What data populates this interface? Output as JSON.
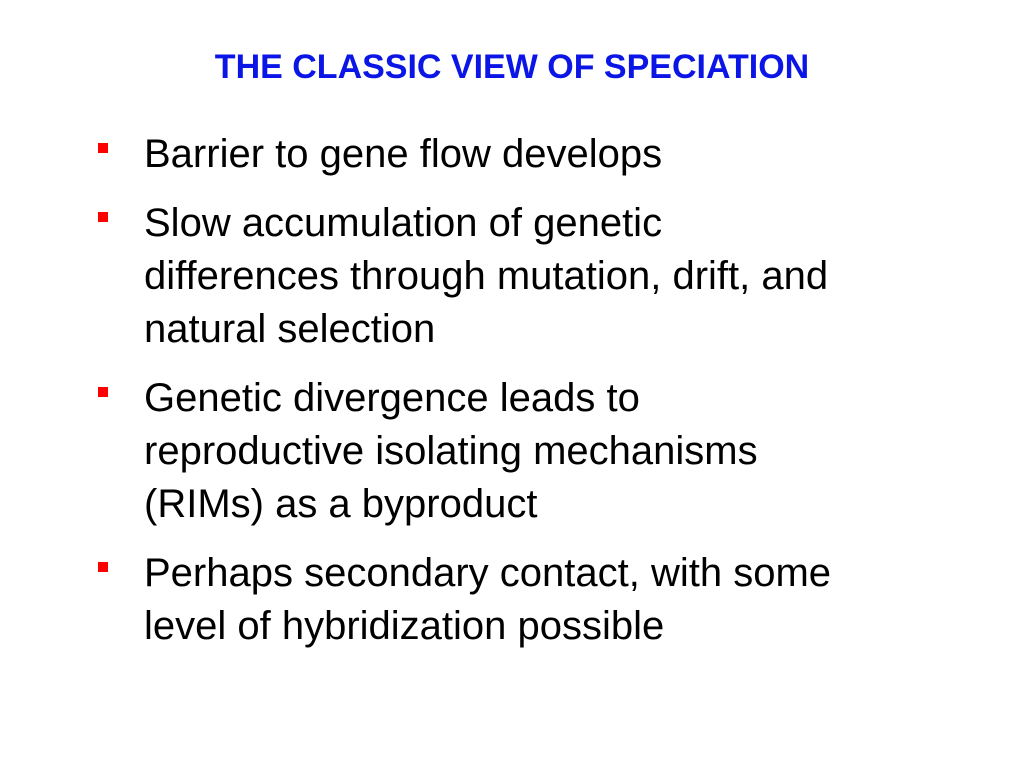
{
  "slide": {
    "title": "THE CLASSIC VIEW OF SPECIATION",
    "title_color": "#0b16e6",
    "bullet_color": "#ff0000",
    "bullets": [
      {
        "text": "Barrier to gene flow develops"
      },
      {
        "text": "Slow accumulation of genetic\ndifferences through mutation, drift, and\nnatural selection"
      },
      {
        "text": "Genetic divergence leads to\nreproductive isolating mechanisms\n(RIMs) as a byproduct"
      },
      {
        "text": "Perhaps secondary contact, with some\nlevel of hybridization possible"
      }
    ]
  }
}
